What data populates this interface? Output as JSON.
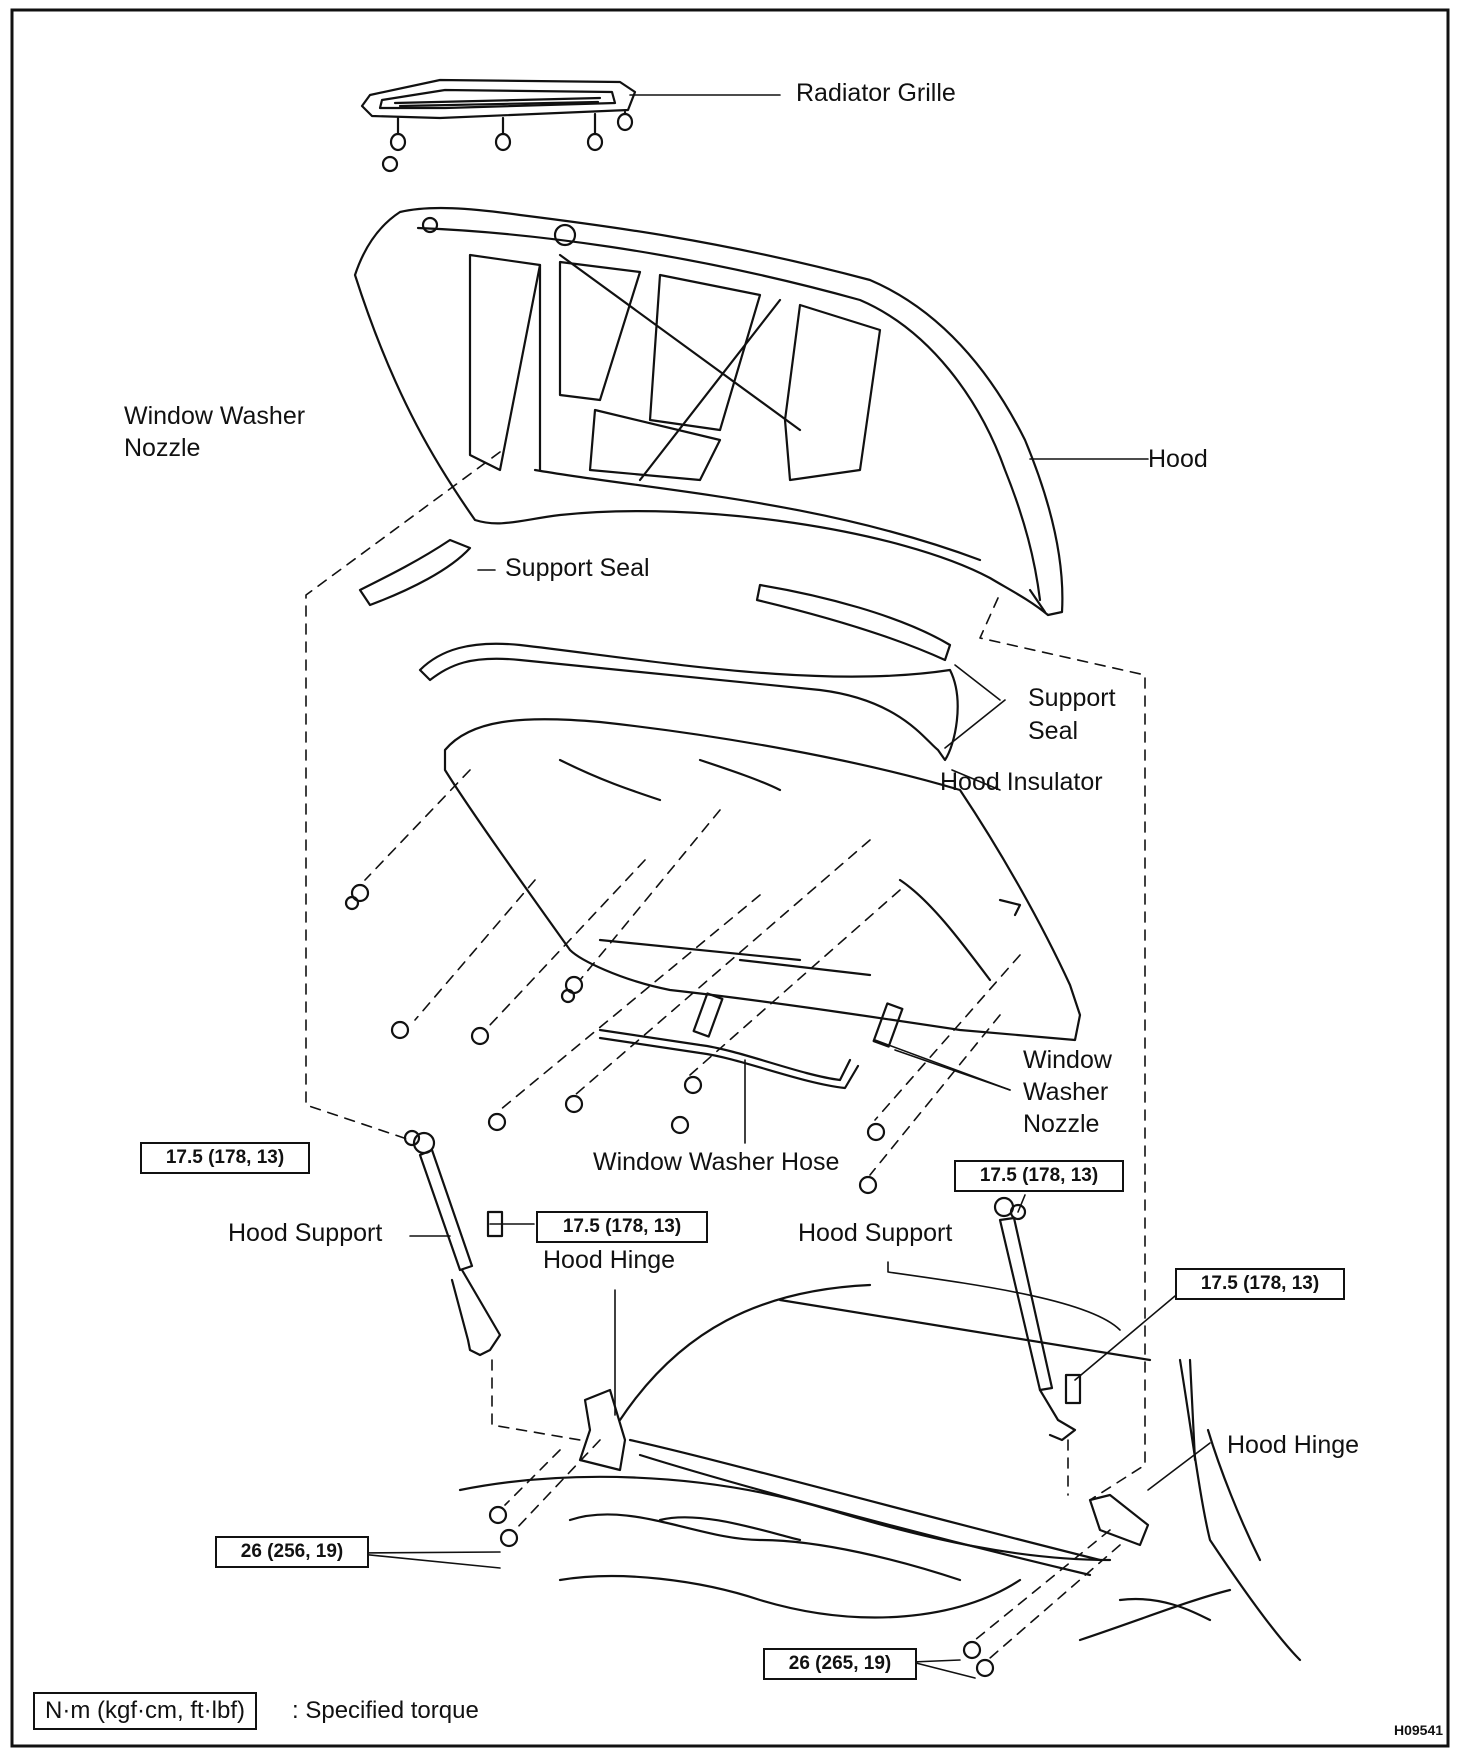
{
  "labels": {
    "radiator_grille": "Radiator Grille",
    "hood": "Hood",
    "window_washer_nozzle_top_1": "Window Washer",
    "window_washer_nozzle_top_2": "Nozzle",
    "support_seal_top": "Support Seal",
    "support_seal_right_1": "Support",
    "support_seal_right_2": "Seal",
    "hood_insulator": "Hood Insulator",
    "window_washer_nozzle_right_1": "Window",
    "window_washer_nozzle_right_2": "Washer",
    "window_washer_nozzle_right_3": "Nozzle",
    "window_washer_hose": "Window Washer Hose",
    "hood_support_left": "Hood Support",
    "hood_support_right": "Hood Support",
    "hood_hinge_left": "Hood Hinge",
    "hood_hinge_right": "Hood Hinge"
  },
  "torque_specs": {
    "hood_support_upper_left": "17.5 (178, 13)",
    "hood_hinge_bolt_left": "17.5 (178, 13)",
    "hood_support_upper_right": "17.5 (178, 13)",
    "hood_support_lower_right": "17.5 (178, 13)",
    "hinge_bolts_left": "26 (256, 19)",
    "hinge_bolts_right": "26 (265, 19)"
  },
  "legend": {
    "unit": "N·m (kgf·cm, ft·lbf)",
    "description": ": Specified torque"
  },
  "figure_code": "H09541"
}
